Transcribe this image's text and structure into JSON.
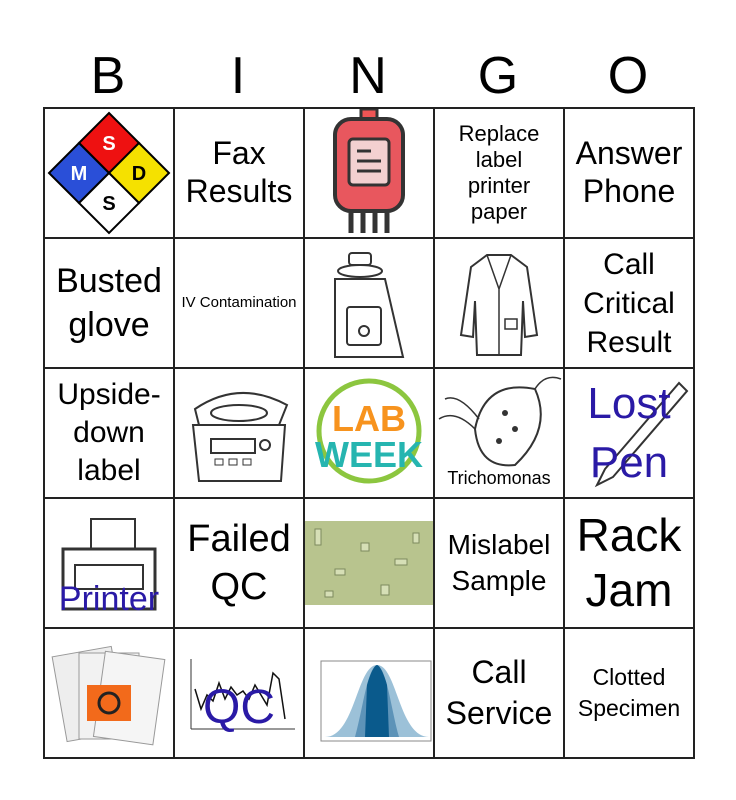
{
  "header": [
    "B",
    "I",
    "N",
    "G",
    "O"
  ],
  "cells": [
    {
      "text": "",
      "image": "msds-diamond",
      "labels": [
        "S",
        "M",
        "D",
        "S"
      ]
    },
    {
      "text": "Fax Results"
    },
    {
      "text": "",
      "image": "blood-bag"
    },
    {
      "text": "Replace label printer paper"
    },
    {
      "text": "Answer Phone"
    },
    {
      "text": "Busted glove"
    },
    {
      "text": "IV Contamination"
    },
    {
      "text": "",
      "image": "vortex-mixer"
    },
    {
      "text": "",
      "image": "lab-coat"
    },
    {
      "text": "Call Critical Result"
    },
    {
      "text": "Upside-down label"
    },
    {
      "text": "",
      "image": "centrifuge"
    },
    {
      "text": "",
      "image": "lab-week-logo",
      "logo": [
        "LAB",
        "WEEK"
      ]
    },
    {
      "text": "Trichomonas",
      "image": "trichomonas"
    },
    {
      "text": "Lost Pen",
      "image": "pen"
    },
    {
      "text": "Printer",
      "image": "printer"
    },
    {
      "text": "Failed QC"
    },
    {
      "text": "",
      "image": "urine-crystals"
    },
    {
      "text": "Mislabel Sample"
    },
    {
      "text": "Rack Jam"
    },
    {
      "text": "",
      "image": "biohazard-bags"
    },
    {
      "text": "QC",
      "image": "levey-jennings-chart"
    },
    {
      "text": "",
      "image": "standard-deviation-graph"
    },
    {
      "text": "Call Service"
    },
    {
      "text": "Clotted Specimen"
    }
  ]
}
